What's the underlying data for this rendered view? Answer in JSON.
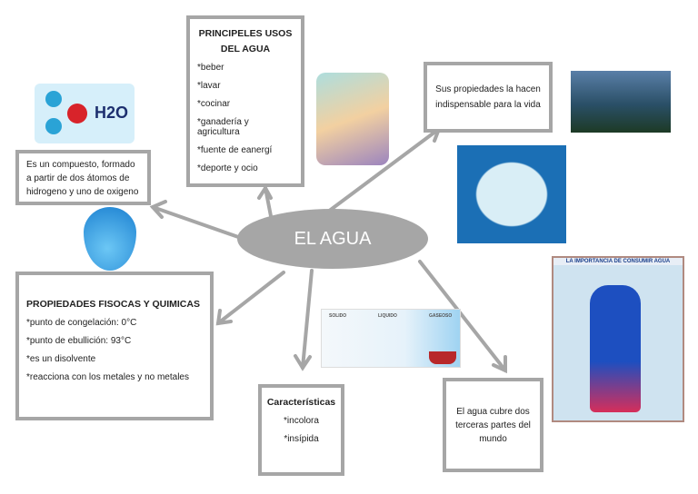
{
  "center": {
    "label": "EL AGUA"
  },
  "compuesto": {
    "text": "Es un compuesto, formado a partir de dos átomos de hidrogeno y uno de oxigeno"
  },
  "usos": {
    "title": "PRINCIPELES USOS DEL AGUA",
    "items": [
      "*beber",
      "*lavar",
      "*cocinar",
      "*ganadería y agricultura",
      "*fuente de eanergí",
      "*deporte y ocio"
    ]
  },
  "propiedades_vida": {
    "text": "Sus propiedades la hacen indispensable para la vida"
  },
  "propiedades": {
    "title": "PROPIEDADES FISOCAS Y QUIMICAS",
    "items": [
      "*punto de congelación: 0°C",
      "*punto de ebullición: 93°C",
      "*es un disolvente",
      "*reacciona con los metales y no metales"
    ]
  },
  "caracteristicas": {
    "title": "Características",
    "items": [
      "*incolora",
      "*insípida"
    ]
  },
  "cubre": {
    "text": "El agua cubre dos terceras partes del mundo"
  },
  "images": {
    "h2o_label": "H2O",
    "states": [
      "SOLIDO",
      "LIQUIDO",
      "GASEOSO"
    ],
    "infographic_title": "LA IMPORTANCIA DE CONSUMIR AGUA"
  },
  "colors": {
    "box_border": "#a6a6a6",
    "ellipse": "#a6a6a6"
  }
}
